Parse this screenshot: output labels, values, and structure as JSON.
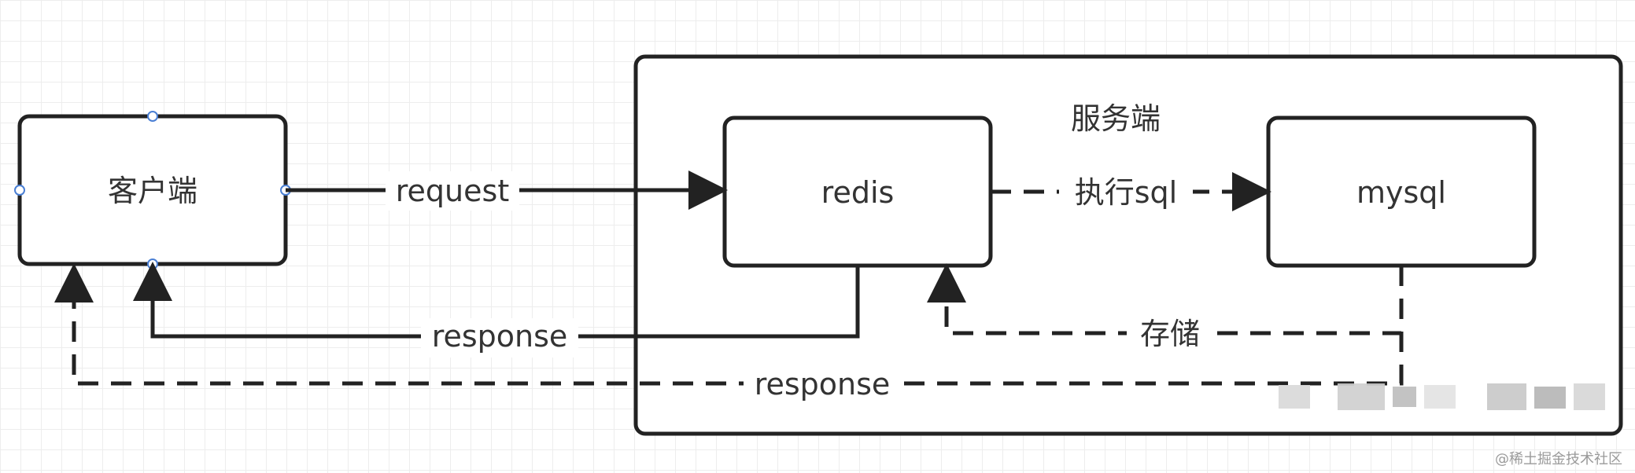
{
  "nodes": {
    "client": {
      "label": "客户端"
    },
    "server_group": {
      "label": "服务端"
    },
    "redis": {
      "label": "redis"
    },
    "mysql": {
      "label": "mysql"
    }
  },
  "edges": {
    "request": {
      "label": "request"
    },
    "exec_sql": {
      "label": "执行sql"
    },
    "store": {
      "label": "存储"
    },
    "response_redis": {
      "label": "response"
    },
    "response_mysql": {
      "label": "response"
    }
  },
  "watermark": {
    "text": "@稀土掘金技术社区"
  },
  "colors": {
    "stroke": "#222222",
    "text": "#333333",
    "selection_handle": "#4a7fd4"
  }
}
